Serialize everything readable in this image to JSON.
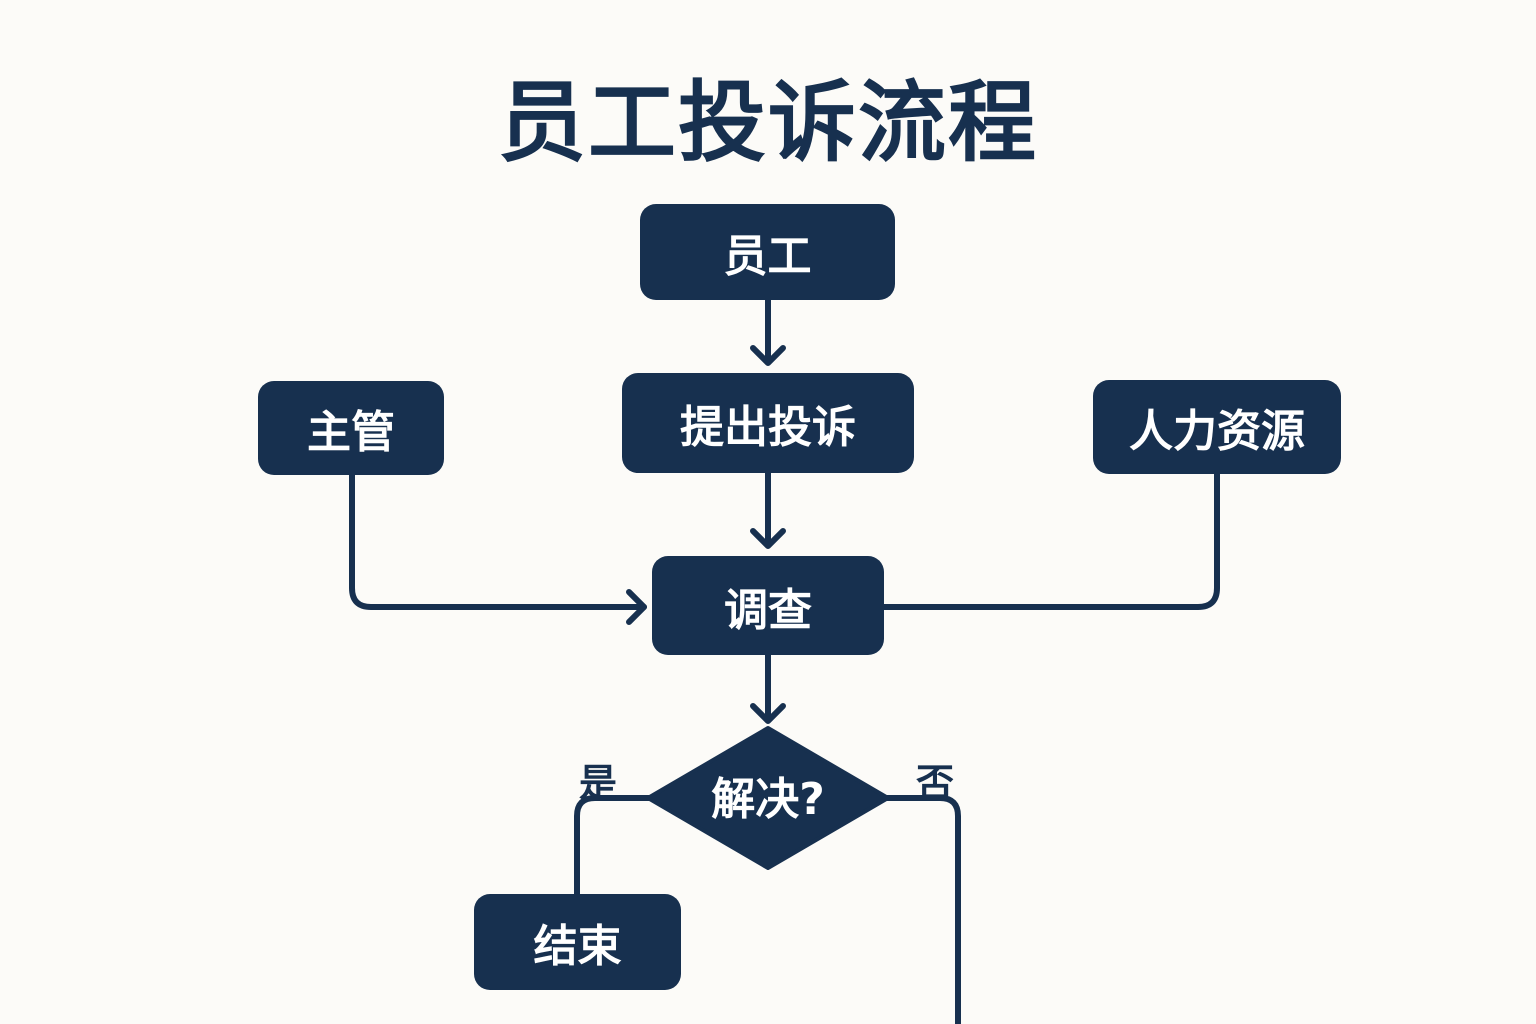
{
  "title": "员工投诉流程",
  "nodes": {
    "employee": "员工",
    "submit_complaint": "提出投诉",
    "supervisor": "主管",
    "hr": "人力资源",
    "investigate": "调查",
    "decision": "解决?",
    "end": "结束"
  },
  "branches": {
    "yes": "是",
    "no": "否"
  },
  "colors": {
    "node_fill": "#17304f",
    "background": "#fcfbf8",
    "text_on_node": "#ffffff"
  }
}
